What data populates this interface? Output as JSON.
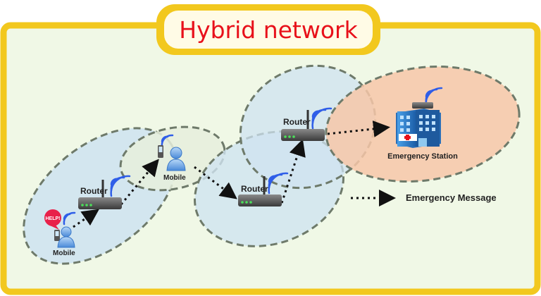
{
  "title": "Hybrid network",
  "labels": {
    "mobile_1": "Mobile",
    "mobile_2": "Mobile",
    "router_1": "Router",
    "router_2": "Router",
    "router_3": "Router",
    "emergency_station": "Emergency Station",
    "help_bubble": "HELP!"
  },
  "legend": {
    "emergency_message": "Emergency Message"
  },
  "colors": {
    "frame_border": "#f2c81e",
    "panel_bg": "#f0f8e6",
    "zone_blue": "#cfe3f0",
    "zone_green": "#e6eedc",
    "zone_orange": "#f7c7a8",
    "zone_stroke": "#6e7a6a",
    "title_text": "#e8101a",
    "wifi": "#2f5ee8"
  }
}
